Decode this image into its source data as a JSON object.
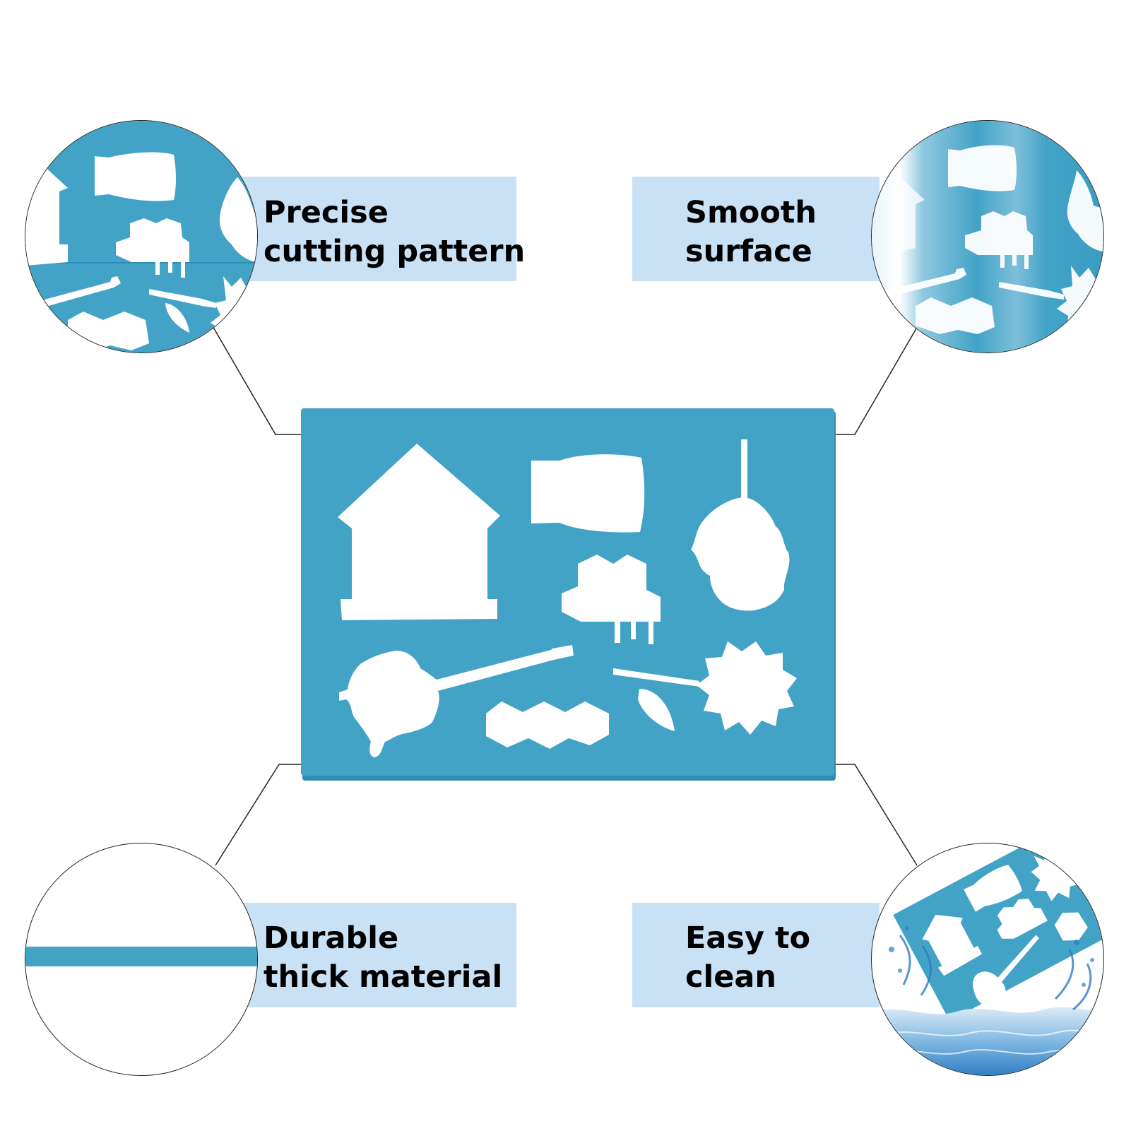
{
  "features": [
    {
      "id": "precise",
      "line1": "Precise",
      "line2": "cutting pattern"
    },
    {
      "id": "smooth",
      "line1": "Smooth",
      "line2": "surface"
    },
    {
      "id": "durable",
      "line1": "Durable",
      "line2": "thick material"
    },
    {
      "id": "clean",
      "line1": "Easy to",
      "line2": "clean"
    }
  ],
  "colors": {
    "stencil": "#42a3c7",
    "label_bg": "#c9e1f4",
    "water": "#6fb4e0"
  },
  "icons": [
    "house-shape",
    "jar-shape",
    "beehive-shape",
    "honeycomb-shape",
    "honey-dipper-shape",
    "sunflower-shape",
    "leaf-shape"
  ]
}
